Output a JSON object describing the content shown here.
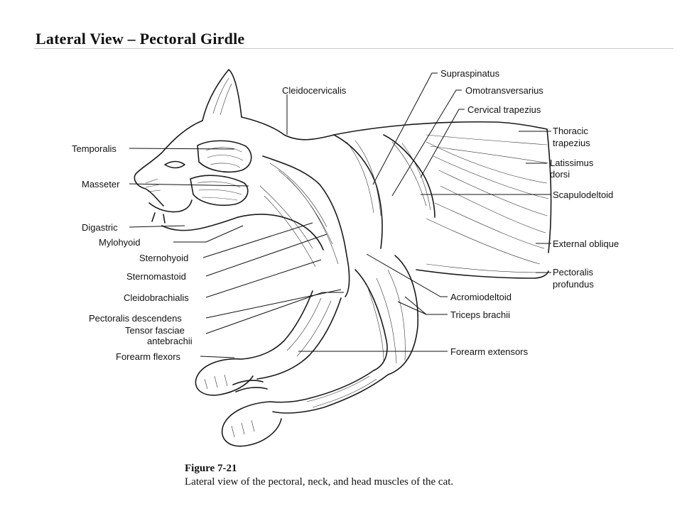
{
  "title": "Lateral View – Pectoral Girdle",
  "labels": {
    "supraspinatus": "Supraspinatus",
    "omotransversarius": "Omotransversarius",
    "cervical_trapezius": "Cervical trapezius",
    "cleidocervicalis": "Cleidocervicalis",
    "thoracic_trapezius_1": "Thoracic",
    "thoracic_trapezius_2": "trapezius",
    "latissimus_1": "Latissimus",
    "latissimus_2": "dorsi",
    "scapulodeltoid": "Scapulodeltoid",
    "external_oblique": "External oblique",
    "pectoralis_profundus_1": "Pectoralis",
    "pectoralis_profundus_2": "profundus",
    "acromiodeltoid": "Acromiodeltoid",
    "triceps_brachii": "Triceps brachii",
    "forearm_extensors": "Forearm extensors",
    "temporalis": "Temporalis",
    "masseter": "Masseter",
    "digastric": "Digastric",
    "mylohyoid": "Mylohyoid",
    "sternohyoid": "Sternohyoid",
    "sternomastoid": "Sternomastoid",
    "cleidobrachialis": "Cleidobrachialis",
    "pectoralis_descendens": "Pectoralis descendens",
    "tensor_1": "Tensor fasciae",
    "tensor_2": "antebrachii",
    "forearm_flexors": "Forearm flexors"
  },
  "figure": {
    "number": "Figure 7-21",
    "caption": "Lateral view of the pectoral, neck, and head muscles of the cat."
  }
}
